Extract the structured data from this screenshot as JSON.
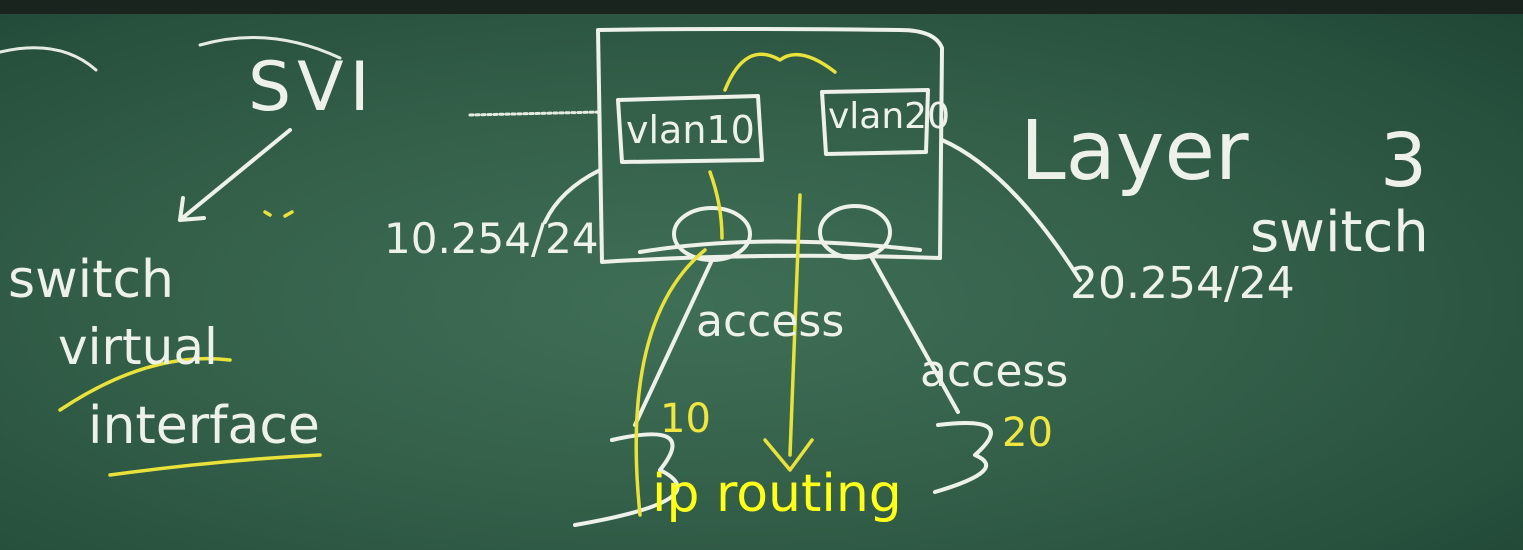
{
  "caption": "ip routing",
  "board": {
    "svi": "SVI",
    "switch_word": "switch",
    "virtual_word": "virtual",
    "interface_word": "interface",
    "vlan10_box": "vlan10",
    "vlan20_box": "vlan20",
    "left_ip": "10.254/24",
    "right_ip": "20.254/24",
    "layer_word": "Layer",
    "layer_num": "3",
    "switch_right": "switch",
    "access_left": "access",
    "access_right": "access",
    "vlan_num_left": "10",
    "vlan_num_right": "20"
  },
  "colors": {
    "board": "#34604a",
    "chalk": "#eef1ea",
    "yellow_chalk": "#e9e23a",
    "caption": "#ffff1a"
  }
}
